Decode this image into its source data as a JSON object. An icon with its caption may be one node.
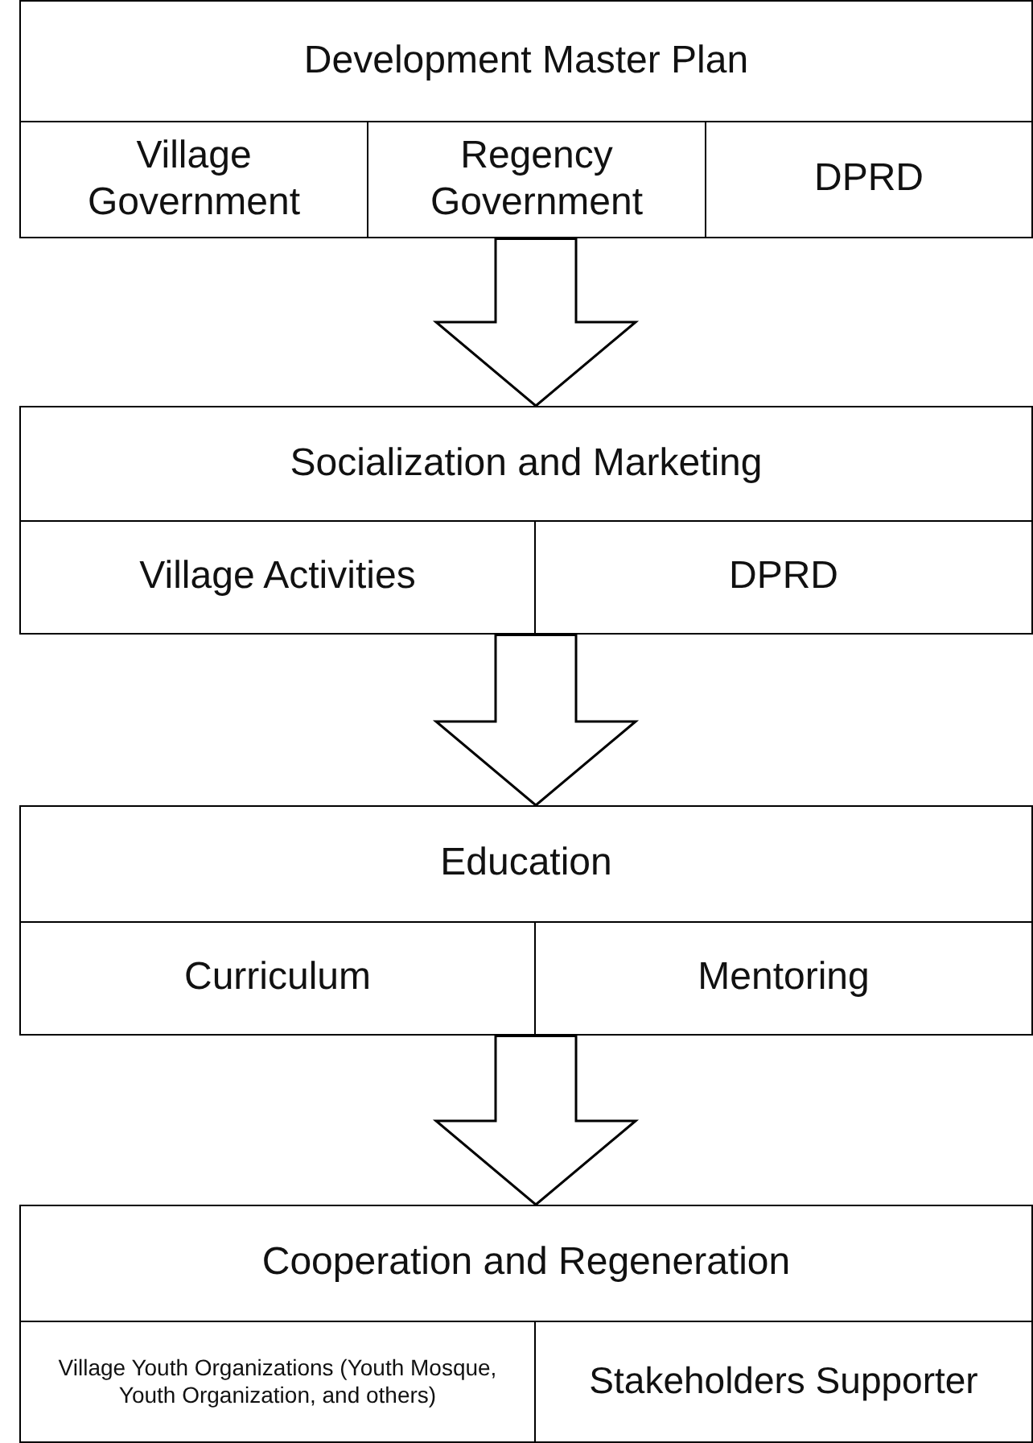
{
  "diagram": {
    "nodes": [
      {
        "text": [
          "Development Master Plan"
        ]
      },
      {
        "text": [
          "Village Government"
        ]
      },
      {
        "text": [
          "Regency Government"
        ]
      },
      {
        "text": [
          "DPRD"
        ]
      },
      {
        "text": [
          "Socialization and Marketing"
        ]
      },
      {
        "text": [
          "Village Activities"
        ]
      },
      {
        "text": [
          "DPRD"
        ]
      },
      {
        "text": [
          "Education"
        ]
      },
      {
        "text": [
          "Curriculum"
        ]
      },
      {
        "text": [
          "Mentoring"
        ]
      },
      {
        "text": [
          "Cooperation and Regeneration"
        ]
      },
      {
        "text": [
          "Village Youth Organizations (Youth Mosque, Youth Organization, and others)"
        ]
      },
      {
        "text": [
          "Stakeholders Supporter"
        ]
      }
    ],
    "edges": [
      {
        "from": 2,
        "to": 4,
        "arrow": "to"
      },
      {
        "from": 5,
        "to": 7,
        "arrow": "to"
      },
      {
        "from": 6,
        "to": 7,
        "arrow": "to"
      },
      {
        "from": 8,
        "to": 10,
        "arrow": "to"
      },
      {
        "from": 9,
        "to": 10,
        "arrow": "to"
      }
    ]
  }
}
